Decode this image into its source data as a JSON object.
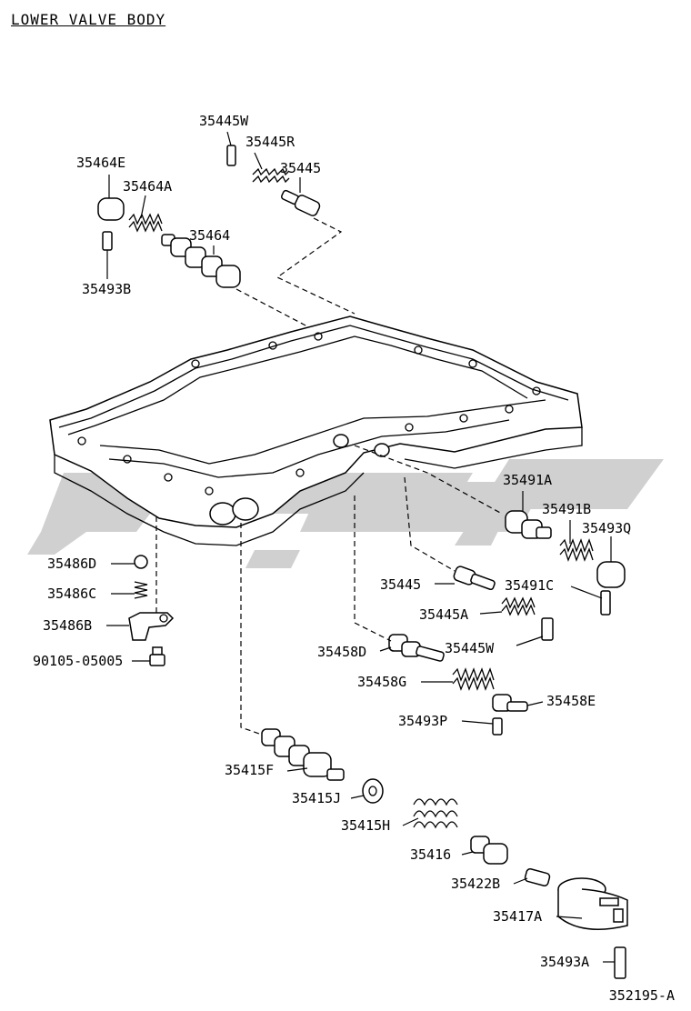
{
  "title": "LOWER VALVE BODY",
  "diagram_code": "352195-A",
  "watermark_color": "#c8c8c8",
  "labels": {
    "p35445W_top": "35445W",
    "p35445R": "35445R",
    "p35445_top": "35445",
    "p35464E": "35464E",
    "p35464A": "35464A",
    "p35464": "35464",
    "p35493B": "35493B",
    "p35491A": "35491A",
    "p35491B": "35491B",
    "p35493Q": "35493Q",
    "p35491C": "35491C",
    "p35445_mid": "35445",
    "p35445A": "35445A",
    "p35445W_mid": "35445W",
    "p35458D": "35458D",
    "p35458G": "35458G",
    "p35458E": "35458E",
    "p35493P": "35493P",
    "p35486D": "35486D",
    "p35486C": "35486C",
    "p35486B": "35486B",
    "p90105": "90105-05005",
    "p35415F": "35415F",
    "p35415J": "35415J",
    "p35415H": "35415H",
    "p35416": "35416",
    "p35422B": "35422B",
    "p35417A": "35417A",
    "p35493A": "35493A"
  }
}
